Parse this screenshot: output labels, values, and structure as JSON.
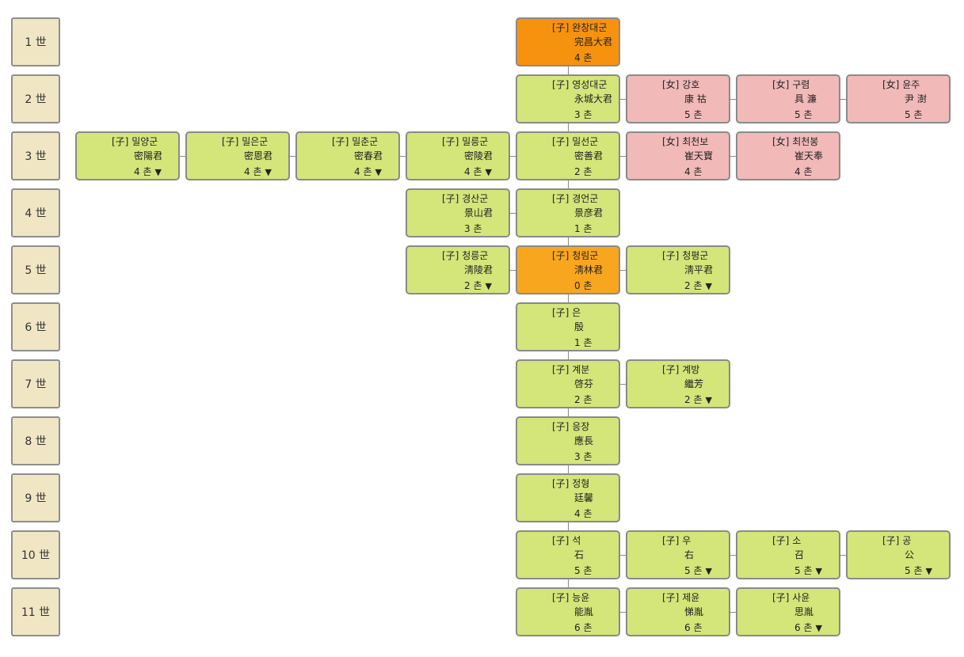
{
  "generations": [
    "1 世",
    "2 世",
    "3 世",
    "4 世",
    "5 世",
    "6 世",
    "7 世",
    "8 世",
    "9 世",
    "10 世",
    "11 世"
  ],
  "expand_icon": "▼",
  "nodes": [
    {
      "row": 0,
      "col": 4,
      "kind": "root",
      "rel": "[子]",
      "name": "완창대군",
      "hanja": "完昌大君",
      "chon": "4 촌",
      "expand": false
    },
    {
      "row": 1,
      "col": 4,
      "kind": "male",
      "rel": "[子]",
      "name": "영성대군",
      "hanja": "永城大君",
      "chon": "3 촌",
      "expand": false
    },
    {
      "row": 1,
      "col": 5,
      "kind": "female",
      "rel": "[女]",
      "name": "강호",
      "hanja": "康 祜",
      "chon": "5 촌",
      "expand": false
    },
    {
      "row": 1,
      "col": 6,
      "kind": "female",
      "rel": "[女]",
      "name": "구렴",
      "hanja": "具 濂",
      "chon": "5 촌",
      "expand": false
    },
    {
      "row": 1,
      "col": 7,
      "kind": "female",
      "rel": "[女]",
      "name": "윤주",
      "hanja": "尹 澍",
      "chon": "5 촌",
      "expand": false
    },
    {
      "row": 2,
      "col": 0,
      "kind": "male",
      "rel": "[子]",
      "name": "밀양군",
      "hanja": "密陽君",
      "chon": "4 촌",
      "expand": true
    },
    {
      "row": 2,
      "col": 1,
      "kind": "male",
      "rel": "[子]",
      "name": "밀은군",
      "hanja": "密恩君",
      "chon": "4 촌",
      "expand": true
    },
    {
      "row": 2,
      "col": 2,
      "kind": "male",
      "rel": "[子]",
      "name": "밀춘군",
      "hanja": "密春君",
      "chon": "4 촌",
      "expand": true
    },
    {
      "row": 2,
      "col": 3,
      "kind": "male",
      "rel": "[子]",
      "name": "밀릉군",
      "hanja": "密陵君",
      "chon": "4 촌",
      "expand": true
    },
    {
      "row": 2,
      "col": 4,
      "kind": "male",
      "rel": "[子]",
      "name": "밀선군",
      "hanja": "密善君",
      "chon": "2 촌",
      "expand": false
    },
    {
      "row": 2,
      "col": 5,
      "kind": "female",
      "rel": "[女]",
      "name": "최천보",
      "hanja": "崔天寶",
      "chon": "4 촌",
      "expand": false
    },
    {
      "row": 2,
      "col": 6,
      "kind": "female",
      "rel": "[女]",
      "name": "최천봉",
      "hanja": "崔天奉",
      "chon": "4 촌",
      "expand": false
    },
    {
      "row": 3,
      "col": 3,
      "kind": "male",
      "rel": "[子]",
      "name": "경산군",
      "hanja": "景山君",
      "chon": "3 촌",
      "expand": false
    },
    {
      "row": 3,
      "col": 4,
      "kind": "male",
      "rel": "[子]",
      "name": "경언군",
      "hanja": "景彦君",
      "chon": "1 촌",
      "expand": false
    },
    {
      "row": 4,
      "col": 3,
      "kind": "male",
      "rel": "[子]",
      "name": "청릉군",
      "hanja": "淸陵君",
      "chon": "2 촌",
      "expand": true
    },
    {
      "row": 4,
      "col": 4,
      "kind": "self",
      "rel": "[子]",
      "name": "청림군",
      "hanja": "淸林君",
      "chon": "0 촌",
      "expand": false
    },
    {
      "row": 4,
      "col": 5,
      "kind": "male",
      "rel": "[子]",
      "name": "청평군",
      "hanja": "淸平君",
      "chon": "2 촌",
      "expand": true
    },
    {
      "row": 5,
      "col": 4,
      "kind": "male",
      "rel": "[子]",
      "name": "은",
      "hanja": "殷",
      "chon": "1 촌",
      "expand": false
    },
    {
      "row": 6,
      "col": 4,
      "kind": "male",
      "rel": "[子]",
      "name": "계분",
      "hanja": "啓芬",
      "chon": "2 촌",
      "expand": false
    },
    {
      "row": 6,
      "col": 5,
      "kind": "male",
      "rel": "[子]",
      "name": "계방",
      "hanja": "繼芳",
      "chon": "2 촌",
      "expand": true
    },
    {
      "row": 7,
      "col": 4,
      "kind": "male",
      "rel": "[子]",
      "name": "응장",
      "hanja": "應長",
      "chon": "3 촌",
      "expand": false
    },
    {
      "row": 8,
      "col": 4,
      "kind": "male",
      "rel": "[子]",
      "name": "정형",
      "hanja": "廷馨",
      "chon": "4 촌",
      "expand": false
    },
    {
      "row": 9,
      "col": 4,
      "kind": "male",
      "rel": "[子]",
      "name": "석",
      "hanja": "石",
      "chon": "5 촌",
      "expand": false
    },
    {
      "row": 9,
      "col": 5,
      "kind": "male",
      "rel": "[子]",
      "name": "우",
      "hanja": "右",
      "chon": "5 촌",
      "expand": true
    },
    {
      "row": 9,
      "col": 6,
      "kind": "male",
      "rel": "[子]",
      "name": "소",
      "hanja": "召",
      "chon": "5 촌",
      "expand": true
    },
    {
      "row": 9,
      "col": 7,
      "kind": "male",
      "rel": "[子]",
      "name": "공",
      "hanja": "公",
      "chon": "5 촌",
      "expand": true
    },
    {
      "row": 10,
      "col": 4,
      "kind": "male",
      "rel": "[子]",
      "name": "능윤",
      "hanja": "能胤",
      "chon": "6 촌",
      "expand": false
    },
    {
      "row": 10,
      "col": 5,
      "kind": "male",
      "rel": "[子]",
      "name": "제윤",
      "hanja": "悌胤",
      "chon": "6 촌",
      "expand": false
    },
    {
      "row": 10,
      "col": 6,
      "kind": "male",
      "rel": "[子]",
      "name": "사윤",
      "hanja": "思胤",
      "chon": "6 촌",
      "expand": true
    }
  ],
  "colors": {
    "male": "#d4e57a",
    "female": "#f2b9b9",
    "root": "#f7920e",
    "self": "#f9a61f",
    "generation": "#f0e6c4",
    "line": "#8a8a8a"
  }
}
